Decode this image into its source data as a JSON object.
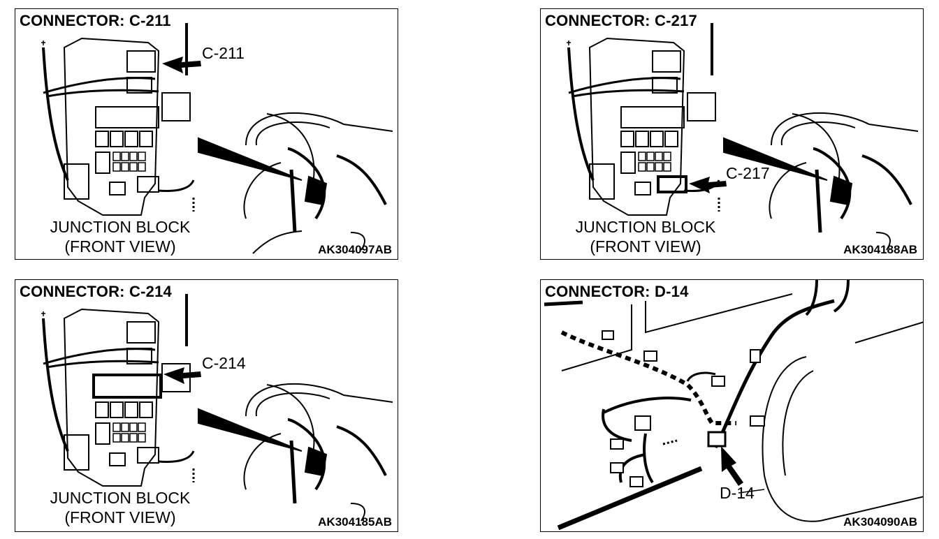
{
  "panels": [
    {
      "title": "CONNECTOR: C-211",
      "callout": "C-211",
      "block_label_1": "JUNCTION BLOCK",
      "block_label_2": "(FRONT VIEW)",
      "code": "AK304097AB"
    },
    {
      "title": "CONNECTOR: C-217",
      "callout": "C-217",
      "block_label_1": "JUNCTION BLOCK",
      "block_label_2": "(FRONT VIEW)",
      "code": "AK304188AB"
    },
    {
      "title": "CONNECTOR: C-214",
      "callout": "C-214",
      "block_label_1": "JUNCTION BLOCK",
      "block_label_2": "(FRONT VIEW)",
      "code": "AK304185AB"
    },
    {
      "title": "CONNECTOR: D-14",
      "callout": "D-14",
      "code": "AK304090AB"
    }
  ]
}
